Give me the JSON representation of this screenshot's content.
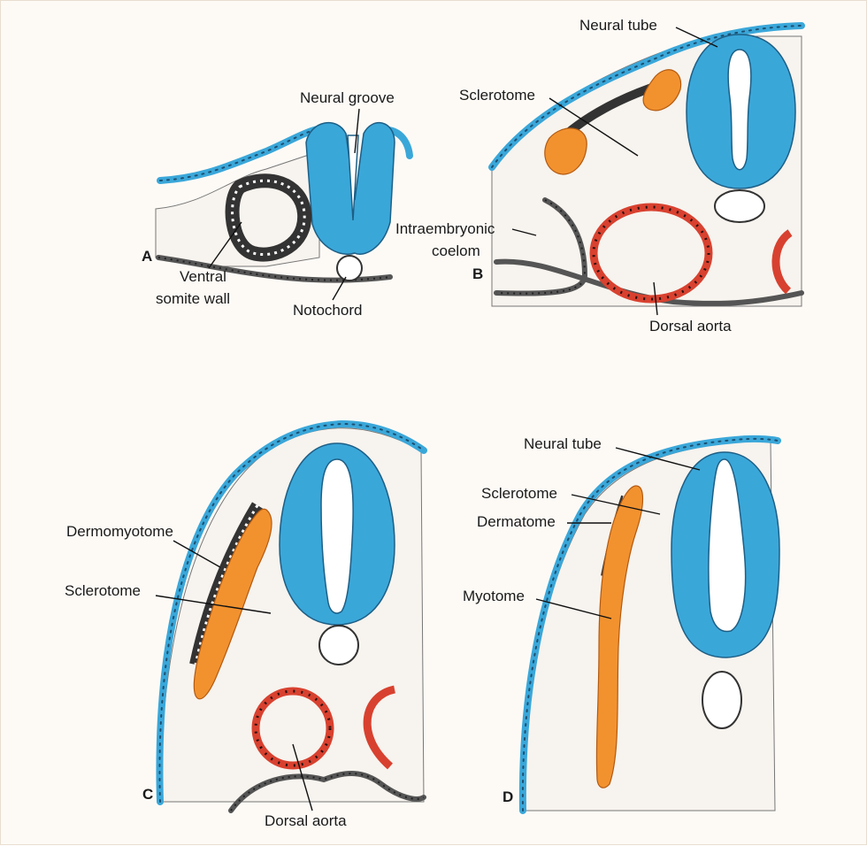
{
  "panels": {
    "a": {
      "letter": "A",
      "labels": {
        "neural_groove": "Neural groove",
        "ventral_somite_wall_1": "Ventral",
        "ventral_somite_wall_2": "somite wall",
        "notochord": "Notochord"
      }
    },
    "b": {
      "letter": "B",
      "labels": {
        "neural_tube": "Neural tube",
        "sclerotome": "Sclerotome",
        "intraembryonic_coelom_1": "Intraembryonic",
        "intraembryonic_coelom_2": "coelom",
        "dorsal_aorta": "Dorsal aorta"
      }
    },
    "c": {
      "letter": "C",
      "labels": {
        "dermomyotome": "Dermomyotome",
        "sclerotome": "Sclerotome",
        "dorsal_aorta": "Dorsal aorta"
      }
    },
    "d": {
      "letter": "D",
      "labels": {
        "neural_tube": "Neural tube",
        "sclerotome": "Sclerotome",
        "dermatome": "Dermatome",
        "myotome": "Myotome"
      }
    }
  },
  "colors": {
    "neural_tissue": "#3aa7d9",
    "sclerotome": "#f2922f",
    "dorsal_aorta": "#d8412f",
    "background": "#fdfaf6"
  }
}
